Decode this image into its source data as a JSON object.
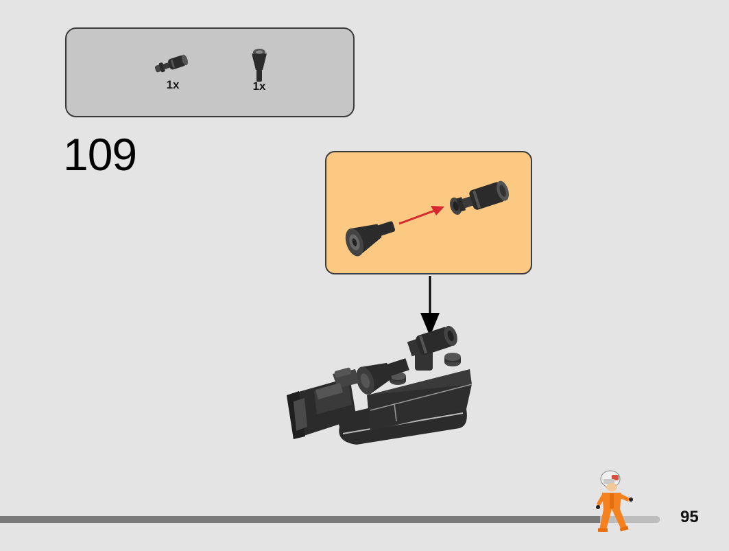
{
  "parts_list": {
    "items": [
      {
        "name": "bar-with-stud-part-icon",
        "quantity": "1x"
      },
      {
        "name": "cone-part-icon",
        "quantity": "1x"
      }
    ]
  },
  "step": {
    "number": "109"
  },
  "page": {
    "number": "95",
    "progress": 0.91
  },
  "colors": {
    "background": "#e4e4e4",
    "parts_box": "#c6c6c6",
    "callout_bg": "#fbc981",
    "part_black": "#2b2b2b",
    "arrow_red": "#d7282f",
    "progress_dark": "#7a7a7a",
    "progress_light": "#bdbdbd",
    "minifig_orange": "#f5821f"
  }
}
